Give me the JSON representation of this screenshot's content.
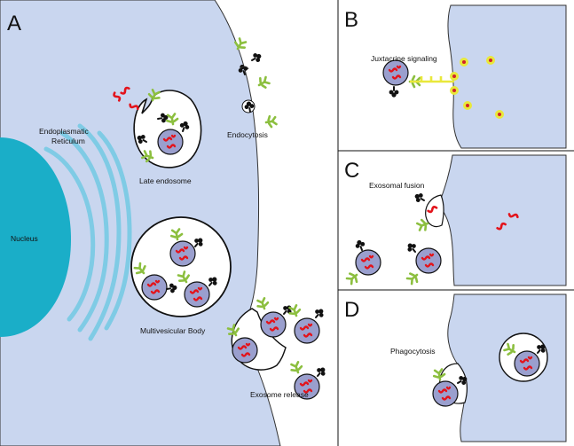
{
  "panels": {
    "a": {
      "letter": "A"
    },
    "b": {
      "letter": "B"
    },
    "c": {
      "letter": "C"
    },
    "d": {
      "letter": "D"
    }
  },
  "labels": {
    "nucleus": "Nucleus",
    "er_line1": "Endoplasmatic",
    "er_line2": "Reticulum",
    "late_endosome": "Late endosome",
    "endocytosis": "Endocytosis",
    "mvb": "Multivesicular Body",
    "exosome_release": "Exosome release",
    "juxtacrine": "Juxtacrine signaling",
    "exosomal_fusion": "Exosomal fusion",
    "phagocytosis": "Phagocytosis"
  },
  "colors": {
    "cytoplasm": "#c9d6ef",
    "nucleus": "#1aaec8",
    "er": "#7fcbe5",
    "exosome_fill": "#9a9fce",
    "rna": "#e3131b",
    "receptor_green": "#8cbf3f",
    "receptor_black": "#111111",
    "ligand_yellow": "#e9e83b",
    "ligand_center": "#d2232a"
  }
}
